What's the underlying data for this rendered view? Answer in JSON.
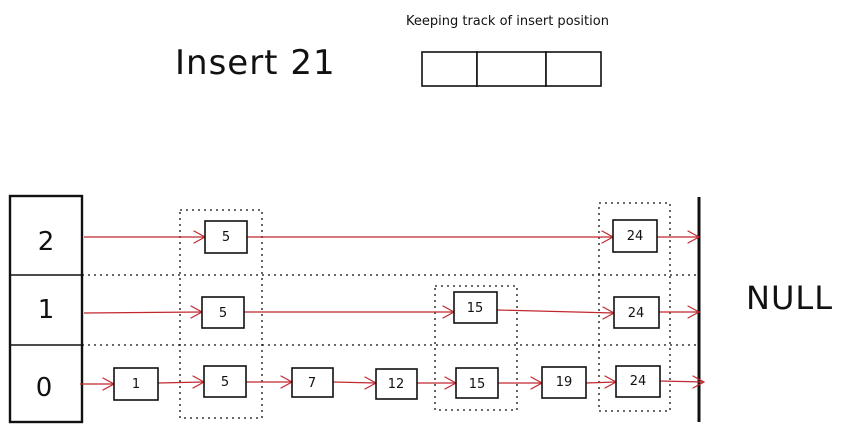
{
  "title": "Insert 21",
  "tracker": {
    "caption": "Keeping track of insert position",
    "cells": [
      "",
      "",
      ""
    ]
  },
  "levels": [
    "2",
    "1",
    "0"
  ],
  "null_label": "NULL",
  "nodes": [
    {
      "id": "l0-1",
      "level": 0,
      "value": "1"
    },
    {
      "id": "l0-5",
      "level": 0,
      "value": "5"
    },
    {
      "id": "l0-7",
      "level": 0,
      "value": "7"
    },
    {
      "id": "l0-12",
      "level": 0,
      "value": "12"
    },
    {
      "id": "l0-15",
      "level": 0,
      "value": "15"
    },
    {
      "id": "l0-19",
      "level": 0,
      "value": "19"
    },
    {
      "id": "l0-24",
      "level": 0,
      "value": "24"
    },
    {
      "id": "l1-5",
      "level": 1,
      "value": "5"
    },
    {
      "id": "l1-15",
      "level": 1,
      "value": "15"
    },
    {
      "id": "l1-24",
      "level": 1,
      "value": "24"
    },
    {
      "id": "l2-5",
      "level": 2,
      "value": "5"
    },
    {
      "id": "l2-24",
      "level": 2,
      "value": "24"
    }
  ],
  "towers": [
    "5",
    "15",
    "24"
  ],
  "colors": {
    "pointer": "#c0282d",
    "ink": "#111111"
  }
}
